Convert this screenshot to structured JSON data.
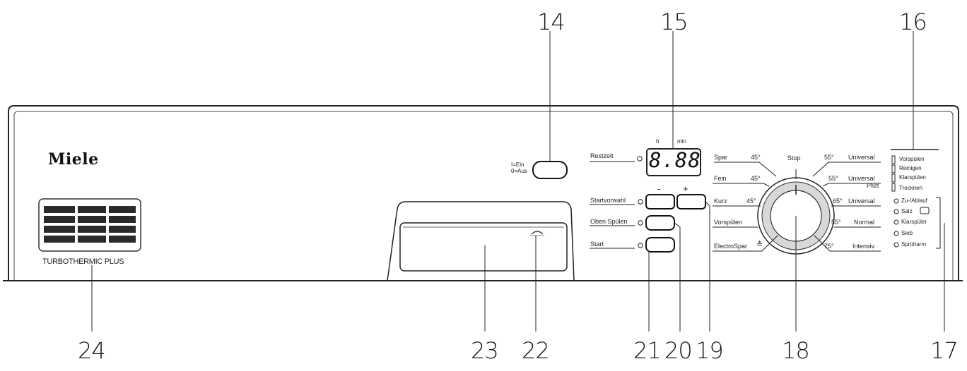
{
  "callouts": {
    "c14": "14",
    "c15": "15",
    "c16": "16",
    "c17": "17",
    "c18": "18",
    "c19": "19",
    "c20": "20",
    "c21": "21",
    "c22": "22",
    "c23": "23",
    "c24": "24"
  },
  "brand": "Miele",
  "grille_label": "TURBOTHERMIC PLUS",
  "power": {
    "on": "I=Ein",
    "off": "0=Aus"
  },
  "display": {
    "label": "Restzeit",
    "value": "8.88",
    "unit_h": "h",
    "unit_min": "min"
  },
  "buttons": {
    "start_delay": "Startvorwahl",
    "top_rinse": "Oben Spülen",
    "start": "Start",
    "minus": "-",
    "plus": "+"
  },
  "programs_left": [
    {
      "name": "Spar",
      "temp": "45°"
    },
    {
      "name": "Fein",
      "temp": "45°"
    },
    {
      "name": "Kurz",
      "temp": "45°"
    },
    {
      "name": "Vorspülen",
      "temp": ""
    },
    {
      "name": "ElectroSpar",
      "temp": ""
    }
  ],
  "programs_right": [
    {
      "temp": "55°",
      "name": "Universal"
    },
    {
      "temp": "55°",
      "name": "Universal",
      "sub": "Plus"
    },
    {
      "temp": "65°",
      "name": "Universal"
    },
    {
      "temp": "55°",
      "name": "Normal"
    },
    {
      "temp": "75°",
      "name": "Intensiv"
    }
  ],
  "selector_top": "Stop",
  "progress": [
    "Vorspülen",
    "Reinigen",
    "Klarspülen",
    "Trocknen"
  ],
  "indicators": [
    "Zu-/Ablauf",
    "Salz",
    "Klarspüler",
    "Sieb",
    "Sprüharm"
  ]
}
